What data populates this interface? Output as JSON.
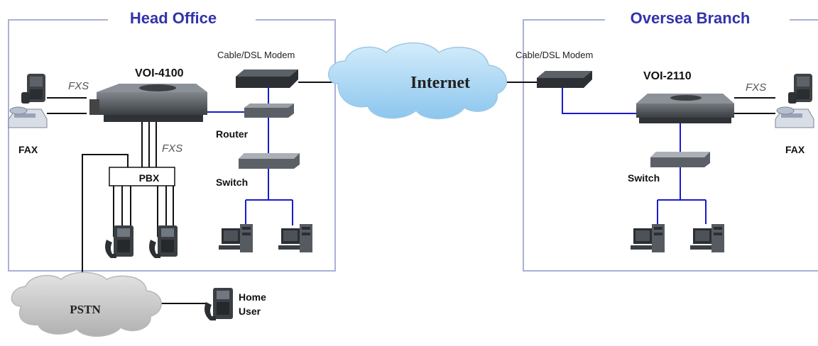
{
  "head_office": {
    "title": "Head Office",
    "gateway": "VOI-4100",
    "modem": "Cable/DSL Modem",
    "router": "Router",
    "switch": "Switch",
    "pbx": "PBX",
    "fxs_phone": "FXS",
    "fxs_pbx": "FXS",
    "fax": "FAX"
  },
  "branch": {
    "title": "Oversea Branch",
    "gateway": "VOI-2110",
    "modem": "Cable/DSL Modem",
    "switch": "Switch",
    "fxs": "FXS",
    "fax": "FAX"
  },
  "internet": {
    "label": "Internet"
  },
  "pstn": {
    "label": "PSTN"
  },
  "home_user": {
    "line1": "Home",
    "line2": "User"
  },
  "colors": {
    "frame": "#aab0d8",
    "title": "#3333aa",
    "lan": "#1a1acc",
    "cloud": "#a9d7f5",
    "pstn_cloud": "#c9c9c9"
  }
}
